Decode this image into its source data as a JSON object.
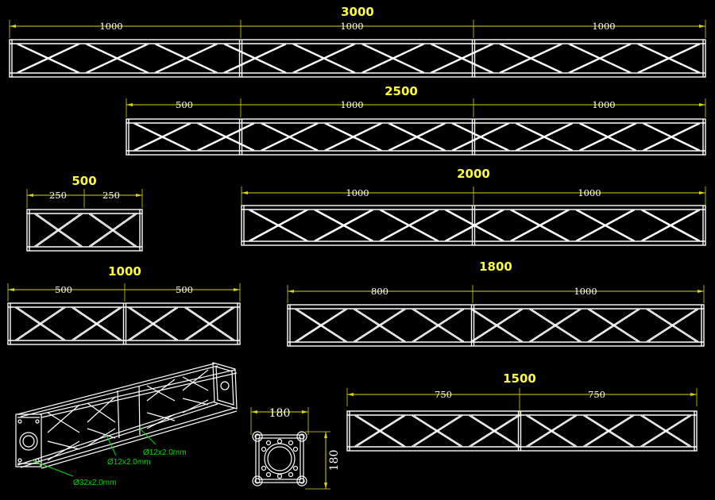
{
  "trusses": [
    {
      "id": "t3000",
      "total": "3000",
      "segments": [
        "1000",
        "1000",
        "1000"
      ],
      "seg_values": [
        1000,
        1000,
        1000
      ]
    },
    {
      "id": "t2500",
      "total": "2500",
      "segments": [
        "500",
        "1000",
        "1000"
      ],
      "seg_values": [
        500,
        1000,
        1000
      ]
    },
    {
      "id": "t500",
      "total": "500",
      "segments": [
        "250",
        "250"
      ],
      "seg_values": [
        250,
        250
      ]
    },
    {
      "id": "t2000",
      "total": "2000",
      "segments": [
        "1000",
        "1000"
      ],
      "seg_values": [
        1000,
        1000
      ]
    },
    {
      "id": "t1000",
      "total": "1000",
      "segments": [
        "500",
        "500"
      ],
      "seg_values": [
        500,
        500
      ]
    },
    {
      "id": "t1800",
      "total": "1800",
      "segments": [
        "800",
        "1000"
      ],
      "seg_values": [
        800,
        1000
      ]
    },
    {
      "id": "t1500",
      "total": "1500",
      "segments": [
        "750",
        "750"
      ],
      "seg_values": [
        750,
        750
      ]
    }
  ],
  "isometric": {
    "notes": [
      "Ø12x2.0mm",
      "Ø12x2.0mm",
      "Ø32x2.0mm"
    ]
  },
  "cross_section": {
    "width": "180",
    "height": "180"
  },
  "colors": {
    "background": "#000000",
    "title": "#ffff33",
    "dimension": "#d8d800",
    "drawing": "#ffffff",
    "note": "#00dd00"
  }
}
